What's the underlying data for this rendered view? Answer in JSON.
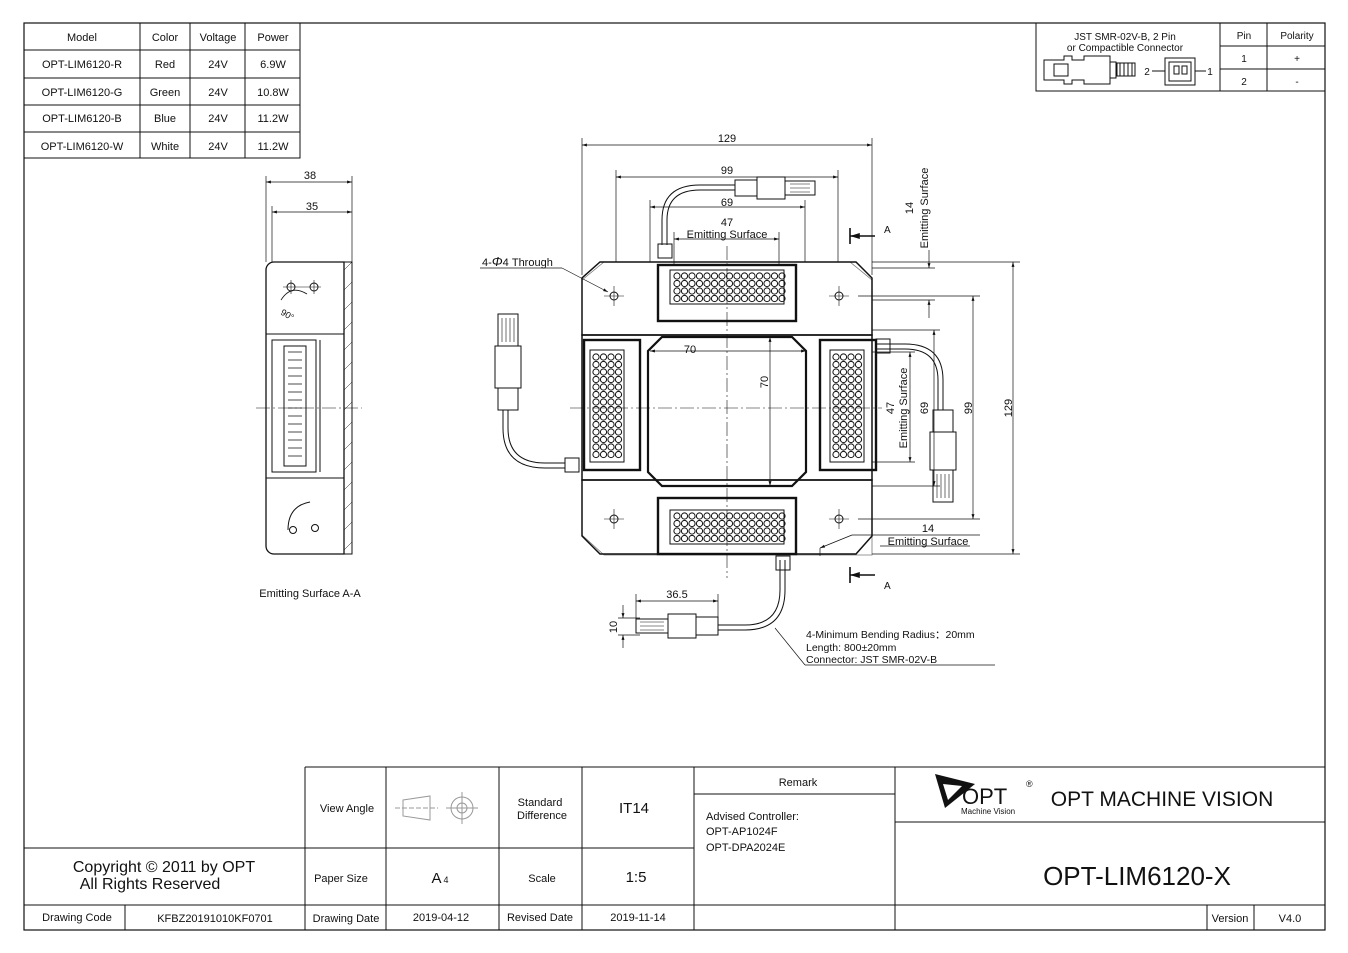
{
  "spec_table": {
    "headers": [
      "Model",
      "Color",
      "Voltage",
      "Power"
    ],
    "rows": [
      [
        "OPT-LIM6120-R",
        "Red",
        "24V",
        "6.9W"
      ],
      [
        "OPT-LIM6120-G",
        "Green",
        "24V",
        "10.8W"
      ],
      [
        "OPT-LIM6120-B",
        "Blue",
        "24V",
        "11.2W"
      ],
      [
        "OPT-LIM6120-W",
        "White",
        "24V",
        "11.2W"
      ]
    ]
  },
  "connector_table": {
    "title_line1": "JST SMR-02V-B, 2 Pin",
    "title_line2": "or Compactible Connector",
    "pin_header": "Pin",
    "polarity_header": "Polarity",
    "rows": [
      [
        "1",
        "+"
      ],
      [
        "2",
        "-"
      ]
    ],
    "pin_left": "2",
    "pin_right": "1"
  },
  "dimensions": {
    "width_129": "129",
    "d99": "99",
    "d69": "69",
    "d47": "47",
    "emitting_surface": "Emitting Surface",
    "d14": "14",
    "section_a": "A",
    "hole_note_prefix": "4-",
    "hole_note_phi": "Φ",
    "hole_note_suffix": "4 Through",
    "d70": "70",
    "side_38": "38",
    "side_35": "35",
    "angle_90": "90°",
    "d36_5": "36.5",
    "d10": "10"
  },
  "side_view_caption": "Emitting Surface A-A",
  "cable_notes": [
    "4-Minimum Bending Radius：20mm",
    "Length: 800±20mm",
    "Connector: JST SMR-02V-B"
  ],
  "title_block": {
    "copyright_line1": "Copyright © 2011 by OPT",
    "copyright_line2": "All Rights Reserved",
    "drawing_code_label": "Drawing Code",
    "drawing_code": "KFBZ20191010KF0701",
    "view_angle_label": "View Angle",
    "standard_difference_label1": "Standard",
    "standard_difference_label2": "Difference",
    "standard_difference": "IT14",
    "paper_size_label": "Paper Size",
    "paper_size_main": "A",
    "paper_size_sub": "4",
    "scale_label": "Scale",
    "scale": "1:5",
    "drawing_date_label": "Drawing Date",
    "drawing_date": "2019-04-12",
    "revised_date_label": "Revised Date",
    "revised_date": "2019-11-14",
    "remark_label": "Remark",
    "remark_lines": [
      "Advised Controller:",
      "OPT-AP1024F",
      "OPT-DPA2024E"
    ],
    "logo_text": "OPT",
    "logo_reg": "®",
    "logo_sub": "Machine Vision",
    "company": "OPT MACHINE VISION",
    "product": "OPT-LIM6120-X",
    "version_label": "Version",
    "version": "V4.0"
  }
}
